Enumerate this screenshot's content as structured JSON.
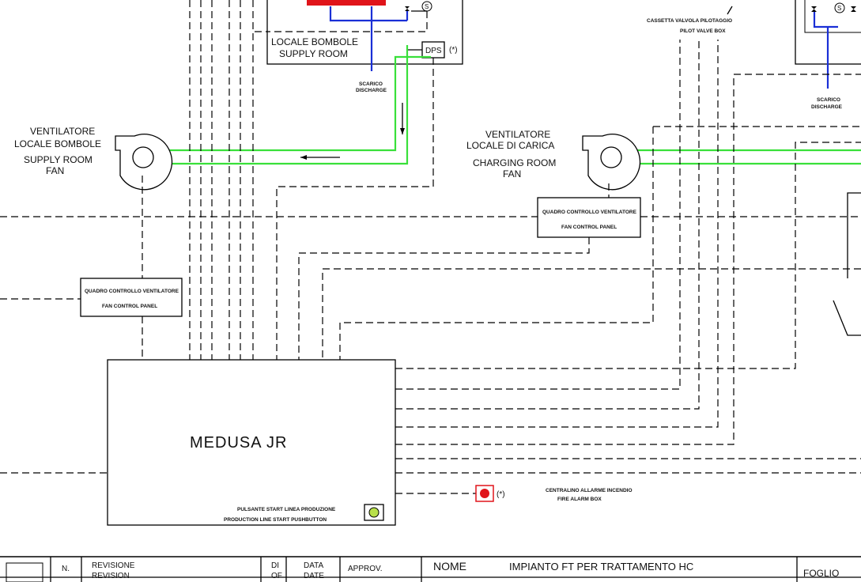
{
  "supply_room": {
    "label_it": "LOCALE BOMBOLE",
    "label_en": "SUPPLY ROOM",
    "dps": "DPS",
    "note": "(*)",
    "discharge_it": "SCARICO",
    "discharge_en": "DISCHARGE"
  },
  "pilot_valve_box": {
    "label_it": "CASSETTA VALVOLA PILOTAGGIO",
    "label_en": "PILOT VALVE BOX",
    "discharge_it": "SCARICO",
    "discharge_en": "DISCHARGE"
  },
  "fan_supply": {
    "label_it_1": "VENTILATORE",
    "label_it_2": "LOCALE BOMBOLE",
    "label_en_1": "SUPPLY ROOM",
    "label_en_2": "FAN"
  },
  "fan_charging": {
    "label_it_1": "VENTILATORE",
    "label_it_2": "LOCALE DI CARICA",
    "label_en_1": "CHARGING ROOM",
    "label_en_2": "FAN"
  },
  "control_panel_left": {
    "label_it": "QUADRO CONTROLLO VENTILATORE",
    "label_en": "FAN CONTROL PANEL"
  },
  "control_panel_right": {
    "label_it": "QUADRO CONTROLLO VENTILATORE",
    "label_en": "FAN CONTROL PANEL"
  },
  "main_unit": {
    "name": "MEDUSA JR",
    "pushbutton_it": "PULSANTE START LINEA PRODUZIONE",
    "pushbutton_en": "PRODUCTION LINE START PUSHBUTTON"
  },
  "fire_alarm": {
    "note": "(*)",
    "label_it": "CENTRALINO ALLARME INCENDIO",
    "label_en": "FIRE ALARM BOX"
  },
  "title_block": {
    "n_label": "N.",
    "revision_it": "REVISIONE",
    "revision_en": "REVISION",
    "di": "DI",
    "of": "OF",
    "data": "DATA",
    "date": "DATE",
    "approv": "APPROV.",
    "nome": "NOME",
    "project": "IMPIANTO FT PER TRATTAMENTO HC",
    "foglio": "FOGLIO"
  },
  "symbols": {
    "s_symbol": "S"
  },
  "colors": {
    "duct": "#39e03a",
    "discharge_pipe": "#1a2fd6",
    "alarm": "#e0141a",
    "supply_header": "#e0141a",
    "pushbutton": "#b8e04a"
  }
}
